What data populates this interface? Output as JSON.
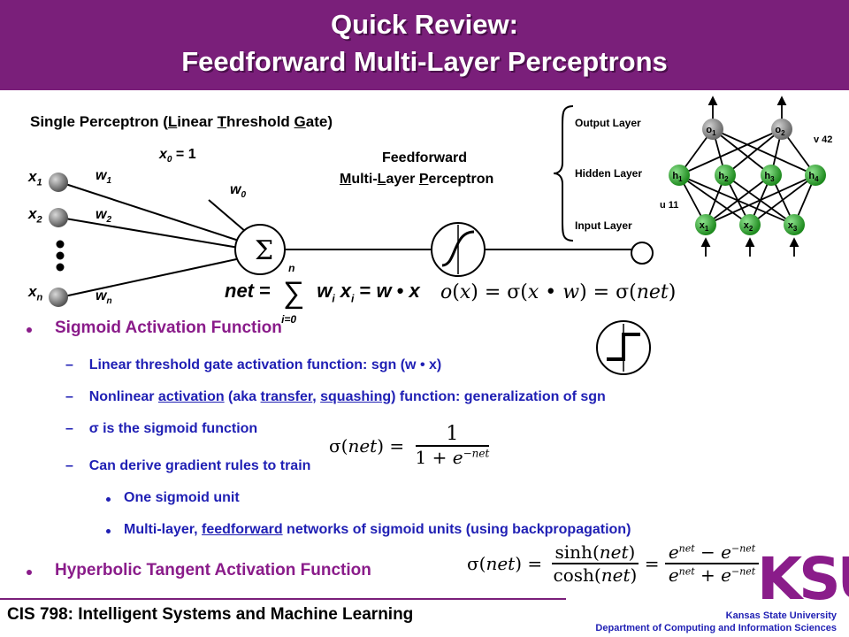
{
  "header": {
    "title_line1": "Quick Review:",
    "title_line2": "Feedforward Multi-Layer Perceptrons"
  },
  "perceptron": {
    "caption_prefix": "Single Perceptron (",
    "caption_L": "L",
    "caption_mid1": "inear ",
    "caption_T": "T",
    "caption_mid2": "hreshold ",
    "caption_G": "G",
    "caption_end": "ate)",
    "inputs": [
      "x1",
      "x2",
      "xn"
    ],
    "weights": [
      "w1",
      "w2",
      "wn"
    ],
    "bias_input": "x0 = 1",
    "bias_weight": "w0",
    "sum_symbol": "Σ",
    "net_formula": "net = Σ w_i x_i = w • x",
    "sum_upper": "n",
    "sum_lower": "i=0",
    "output_formula": "o(x) = σ(x • w) = σ(net)"
  },
  "mlp": {
    "title_line1": "Feedforward",
    "title_line2": "Multi-Layer Perceptron",
    "layers": [
      "Output Layer",
      "Hidden Layer",
      "Input Layer"
    ],
    "output_nodes": [
      "o1",
      "o2"
    ],
    "hidden_nodes": [
      "h1",
      "h2",
      "h3",
      "h4"
    ],
    "input_nodes": [
      "x1",
      "x2",
      "x3"
    ],
    "weight_label_top": "v 42",
    "weight_label_bottom": "u 11"
  },
  "bullets": {
    "sigmoid_title": "Sigmoid Activation Function",
    "sub1": "Linear threshold gate activation function: sgn (w • x)",
    "sub2_parts": [
      "Nonlinear ",
      "activation",
      " (aka ",
      "transfer",
      ", ",
      "squashing",
      ") function: generalization of sgn"
    ],
    "sub3": "σ is the sigmoid function",
    "sub4": "Can derive gradient rules to train",
    "subsub1": "One sigmoid unit",
    "subsub2_parts": [
      "Multi-layer, ",
      "feedforward",
      " networks of sigmoid units (using backpropagation)"
    ],
    "tanh_title": "Hyperbolic Tangent Activation Function",
    "sigmoid_formula": "σ(net) = 1 / (1 + e^(−net))",
    "tanh_formula": "σ(net) = sinh(net)/cosh(net) = (e^net − e^−net)/(e^net + e^−net)"
  },
  "footer": {
    "course": "CIS 798: Intelligent Systems and Machine Learning",
    "univ": "Kansas State University",
    "dept": "Department of Computing and Information Sciences",
    "logo": "KSU"
  },
  "colors": {
    "header": "#7a1f7a",
    "bullet": "#8a1c8a",
    "text_blue": "#1f1fb4",
    "node_green": "#2aa22a",
    "node_gray": "#7a7a7a"
  }
}
